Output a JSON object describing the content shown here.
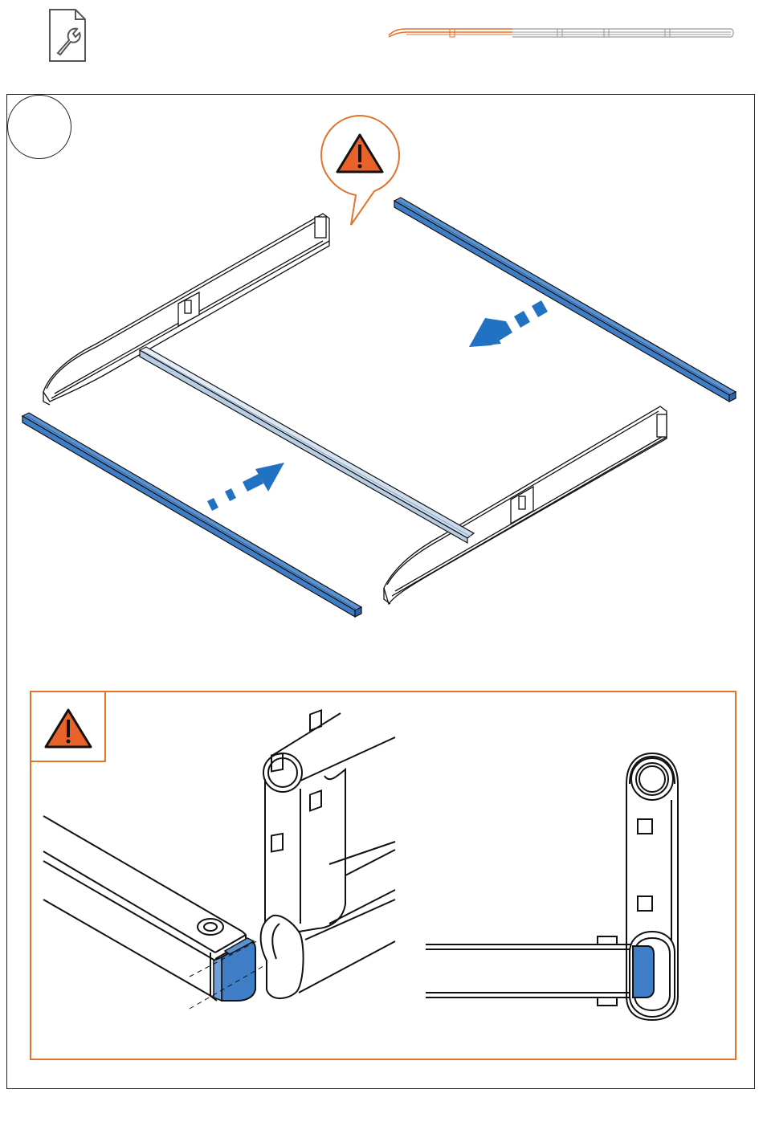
{
  "header": {
    "icon": "wrench-document-icon",
    "progress_icon": "assembly-progress-thumbnail-icon"
  },
  "step": {
    "number": "",
    "badge_icon": "circle-step-badge"
  },
  "warnings": {
    "callout_icon": "warning-triangle-icon",
    "detail_icon": "warning-triangle-icon"
  },
  "colors": {
    "accent_orange": "#E3722B",
    "warning_fill": "#E8622A",
    "part_blue": "#3F7EC6",
    "part_blue_dark": "#2E64A8",
    "arrow_blue": "#2272C3",
    "light_beam": "#D4E2F0",
    "line": "#111111"
  },
  "illustration": {
    "main_view": "frame-assembly-isometric",
    "detail_left": "end-cap-insertion-closeup",
    "detail_right": "end-cap-fitted-side-view"
  }
}
